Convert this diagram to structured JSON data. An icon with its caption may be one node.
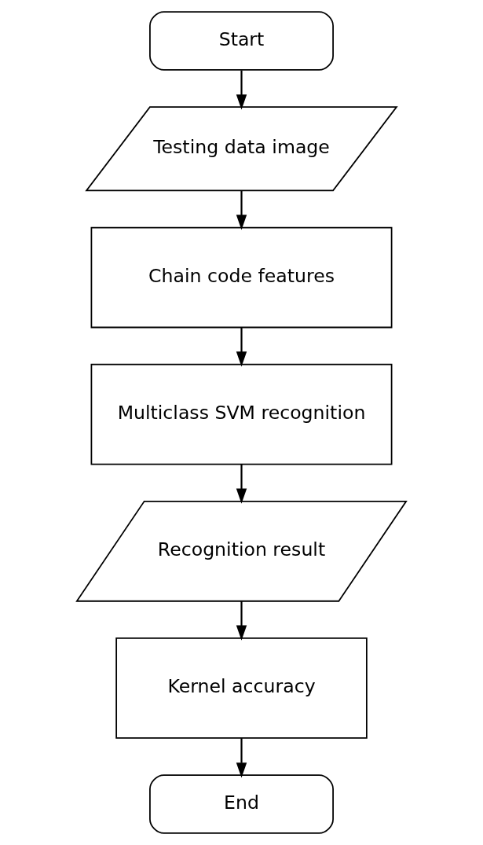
{
  "diagram": {
    "nodes": [
      {
        "text": [
          "Start"
        ]
      },
      {
        "text": [
          "Testing data image"
        ]
      },
      {
        "text": [
          "Chain code features"
        ]
      },
      {
        "text": [
          "Multiclass SVM recognition"
        ]
      },
      {
        "text": [
          "Recognition result"
        ]
      },
      {
        "text": [
          "Kernel accuracy"
        ]
      },
      {
        "text": [
          "End"
        ]
      }
    ],
    "edges": [
      {
        "from": 0,
        "to": 1,
        "arrow": "to"
      },
      {
        "from": 1,
        "to": 2,
        "arrow": "to"
      },
      {
        "from": 2,
        "to": 3,
        "arrow": "to"
      },
      {
        "from": 3,
        "to": 4,
        "arrow": "to"
      },
      {
        "from": 4,
        "to": 5,
        "arrow": "to"
      },
      {
        "from": 5,
        "to": 6,
        "arrow": "to"
      }
    ]
  }
}
